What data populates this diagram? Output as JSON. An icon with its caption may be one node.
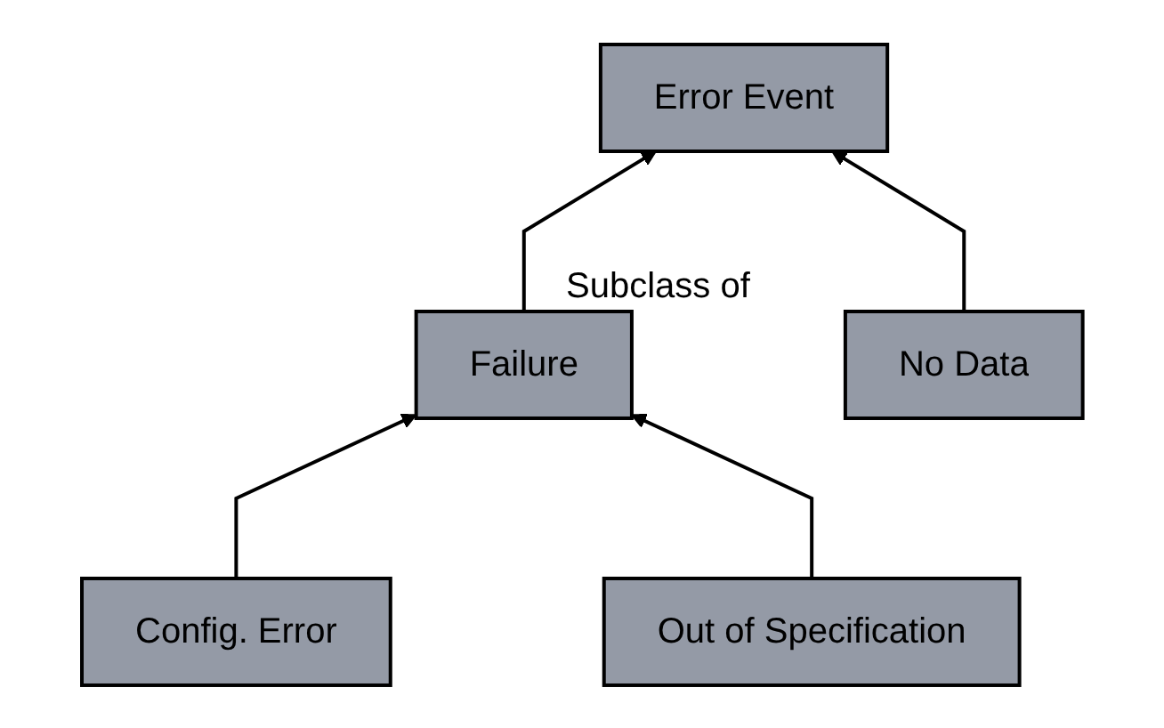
{
  "diagram": {
    "nodes": [
      {
        "text": [
          "Error Event"
        ]
      },
      {
        "text": [
          "Failure"
        ]
      },
      {
        "text": [
          "No Data"
        ]
      },
      {
        "text": [
          "Config. Error"
        ]
      },
      {
        "text": [
          "Out of Specification"
        ]
      }
    ],
    "edges": [
      {
        "from": 1,
        "to": 0,
        "arrow": "to"
      },
      {
        "from": 2,
        "to": 0,
        "arrow": "to"
      },
      {
        "from": 3,
        "to": 1,
        "arrow": "to"
      },
      {
        "from": 4,
        "to": 1,
        "arrow": "to"
      }
    ],
    "labels": [
      "Subclass of"
    ]
  }
}
